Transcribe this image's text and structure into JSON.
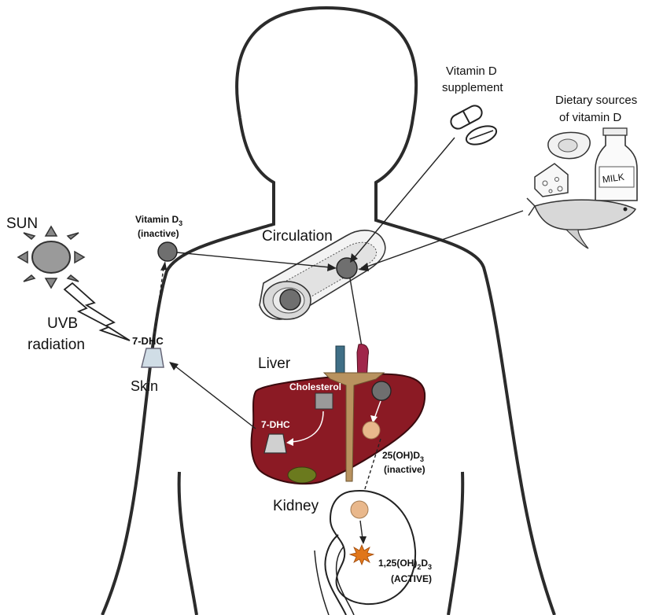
{
  "labels": {
    "sun": "SUN",
    "uvb_line1": "UVB",
    "uvb_line2": "radiation",
    "skin_7dhc": "7-DHC",
    "skin": "Skin",
    "vitd3_line1": "Vitamin D",
    "vitd3_sub": "3",
    "vitd3_line2": "(inactive)",
    "circulation": "Circulation",
    "supplement_line1": "Vitamin D",
    "supplement_line2": "supplement",
    "dietary_line1": "Dietary sources",
    "dietary_line2": "of vitamin D",
    "milk": "MILK",
    "liver": "Liver",
    "cholesterol": "Cholesterol",
    "liver_7dhc": "7-DHC",
    "ohd3_pre": "25(OH)D",
    "ohd3_sub": "3",
    "ohd3_state": "(inactive)",
    "kidney": "Kidney",
    "active_pre": "1,25(OH)",
    "active_sub1": "2",
    "active_mid": "D",
    "active_sub2": "3",
    "active_state": "(ACTIVE)"
  },
  "colors": {
    "liver": "#8b1a24",
    "liver_edge": "#3a0a0e",
    "vessel": "#b8925f",
    "vein_blue": "#3f6f86",
    "artery_red": "#a0264a",
    "vitamin_circle": "#6f6f6f",
    "metabolite_circle": "#e9b88c",
    "active_star": "#e0761a",
    "gallbladder": "#6b7a1e",
    "square": "#9a9a9a"
  }
}
